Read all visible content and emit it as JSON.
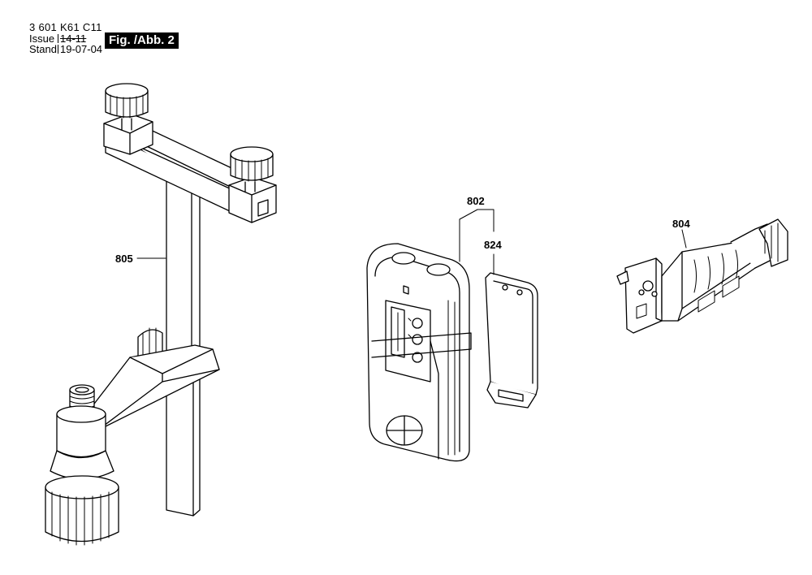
{
  "header": {
    "part_number": "3 601 K61 C11",
    "issue_label": "Issue",
    "issue_value": "14-11",
    "stand_label": "Stand",
    "stand_value": "19-07-04",
    "figure_label": "Fig. /Abb. 2"
  },
  "callouts": {
    "c805": "805",
    "c802": "802",
    "c824": "824",
    "c804": "804"
  }
}
